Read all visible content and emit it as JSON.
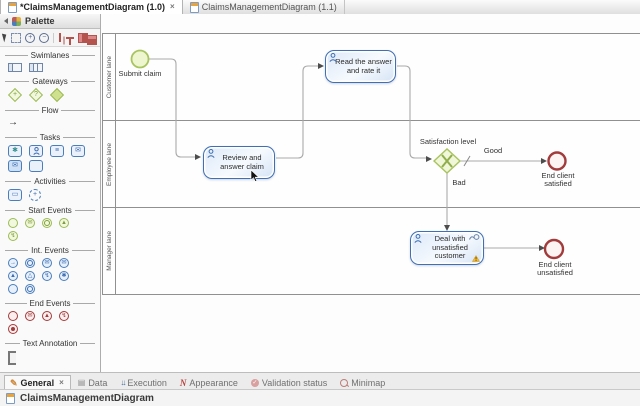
{
  "editor_tabs": [
    {
      "label": "*ClaimsManagementDiagram (1.0)",
      "active": true,
      "dirty": true
    },
    {
      "label": "ClaimsManagementDiagram (1.1)",
      "active": false,
      "dirty": false
    }
  ],
  "palette": {
    "title": "Palette",
    "toolbar_icons": [
      "select-cursor",
      "marquee-select",
      "zoom-in",
      "zoom-out",
      "align-left",
      "align-top",
      "distribute-horizontal",
      "distribute-vertical"
    ],
    "sections": [
      {
        "label": "Swimlanes",
        "icons": [
          "pool",
          "lane"
        ]
      },
      {
        "label": "Gateways",
        "icons": [
          "parallel-gateway",
          "inclusive-gateway",
          "exclusive-gateway"
        ]
      },
      {
        "label": "Flow",
        "icons": [
          "sequence-flow"
        ]
      },
      {
        "label": "Tasks",
        "icons": [
          "service-task",
          "human-task",
          "script-task",
          "send-task",
          "receive-task",
          "abstract-task"
        ]
      },
      {
        "label": "Activities",
        "icons": [
          "call-activity",
          "subprocess"
        ]
      },
      {
        "label": "Start Events",
        "icons": [
          "start",
          "start-message",
          "start-timer",
          "start-signal",
          "start-error"
        ]
      },
      {
        "label": "Int. Events",
        "icons": [
          "throw-link",
          "catch-timer",
          "catch-message",
          "throw-message",
          "catch-signal",
          "throw-signal",
          "timer",
          "catch-error",
          "intermediate",
          "boundary"
        ]
      },
      {
        "label": "End Events",
        "icons": [
          "end",
          "end-message",
          "end-signal",
          "end-error",
          "terminate"
        ]
      },
      {
        "label": "Text Annotation",
        "icons": [
          "text-annotation"
        ]
      }
    ]
  },
  "diagram": {
    "lanes": [
      {
        "label": "Customer lane"
      },
      {
        "label": "Employee lane"
      },
      {
        "label": "Manager lane"
      }
    ],
    "nodes": {
      "start": {
        "label": "Submit claim",
        "type": "start-event"
      },
      "task_read": {
        "label": "Read the answer and rate it",
        "type": "human-task"
      },
      "task_review": {
        "label": "Review and answer claim",
        "type": "human-task"
      },
      "gateway": {
        "label": "Satisfaction level",
        "type": "exclusive-gateway"
      },
      "end_satisfied": {
        "label": "End client satisfied",
        "type": "end-event"
      },
      "task_deal": {
        "label": "Deal with unsatisfied customer",
        "type": "human-task",
        "has_connector": true,
        "has_warning": true
      },
      "end_unsatisfied": {
        "label": "End client unsatisfied",
        "type": "end-event"
      }
    },
    "flows": {
      "good_label": "Good",
      "bad_label": "Bad"
    }
  },
  "bottom_tabs": [
    {
      "label": "General",
      "active": true
    },
    {
      "label": "Data",
      "active": false
    },
    {
      "label": "Execution",
      "active": false
    },
    {
      "label": "Appearance",
      "active": false
    },
    {
      "label": "Validation status",
      "active": false
    },
    {
      "label": "Minimap",
      "active": false
    }
  ],
  "status_bar": {
    "title": "ClaimsManagementDiagram"
  },
  "icons": {
    "close": "×",
    "flow_arrow": "→",
    "pencil": "✎",
    "database": "▤",
    "execution_arrows": "↓↓",
    "appearance_letter": "N",
    "check": "✓"
  },
  "colors": {
    "task_border": "#3f6fb5",
    "task_fill": "#dce8f8",
    "event_green_border": "#9cba55",
    "event_green_fill": "#eef6cf",
    "end_event_border": "#a23b3b",
    "gateway_fill": "#f0f6d8",
    "connector": "#a9a9a9",
    "warning": "#f0b93a"
  }
}
